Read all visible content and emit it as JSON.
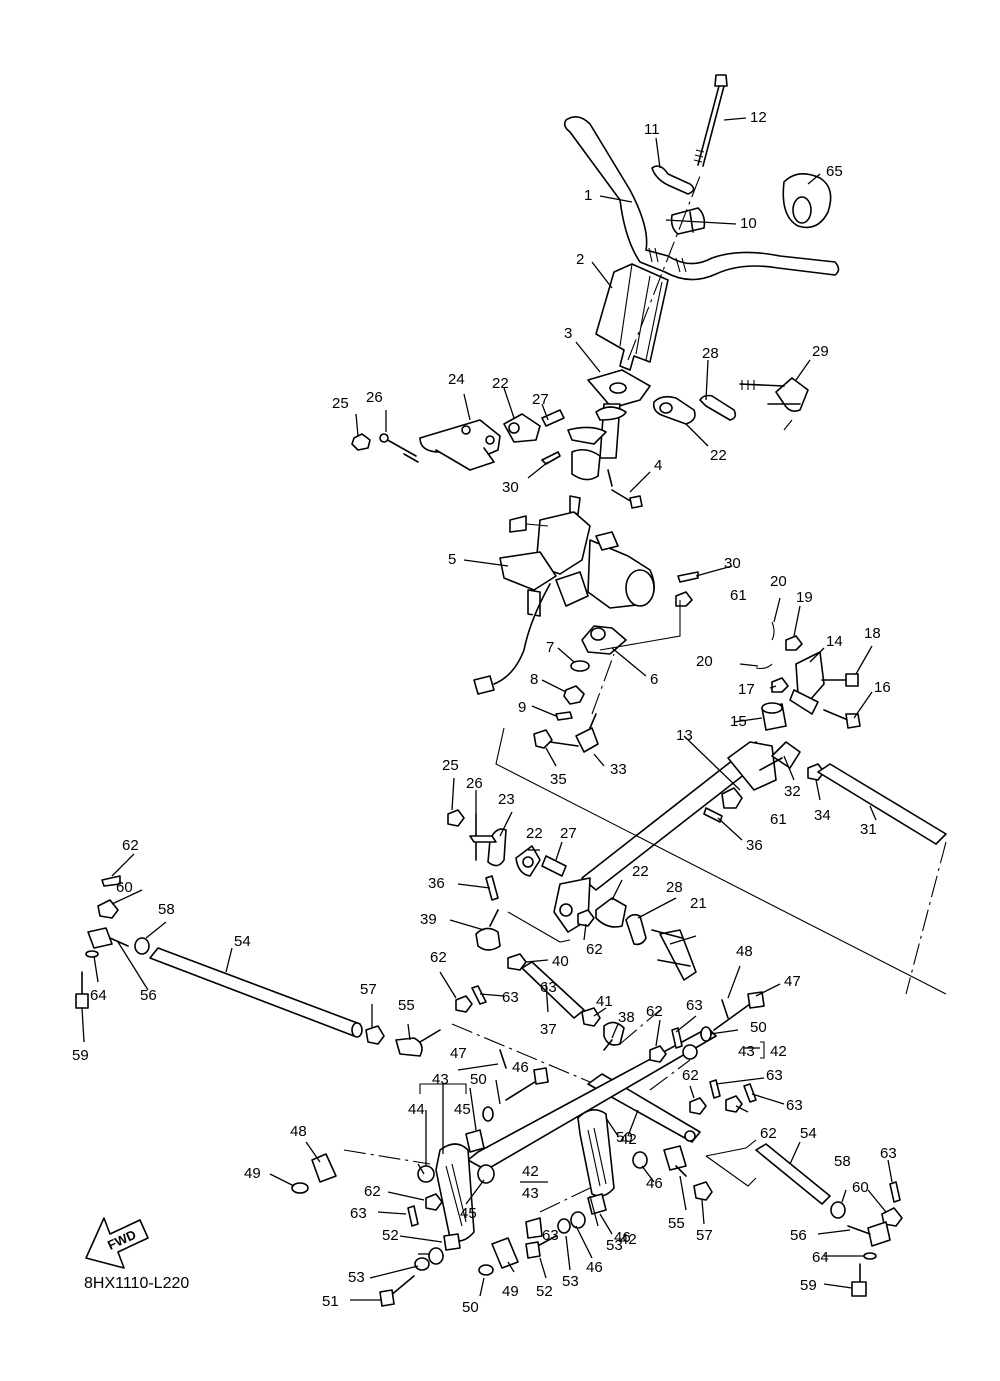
{
  "diagram_code": "8HX1110-L220",
  "fwd_label": "FWD",
  "callouts": [
    "1",
    "2",
    "3",
    "4",
    "5",
    "6",
    "7",
    "8",
    "9",
    "10",
    "11",
    "12",
    "13",
    "14",
    "15",
    "16",
    "17",
    "18",
    "19",
    "20",
    "20",
    "21",
    "22",
    "22",
    "22",
    "22",
    "23",
    "24",
    "25",
    "25",
    "26",
    "26",
    "27",
    "27",
    "28",
    "28",
    "29",
    "30",
    "30",
    "31",
    "32",
    "33",
    "34",
    "35",
    "36",
    "36",
    "37",
    "38",
    "39",
    "40",
    "41",
    "42",
    "42",
    "42",
    "42",
    "43",
    "43",
    "43",
    "44",
    "45",
    "45",
    "46",
    "46",
    "46",
    "46",
    "47",
    "47",
    "48",
    "48",
    "49",
    "49",
    "50",
    "50",
    "50",
    "50",
    "51",
    "52",
    "52",
    "53",
    "53",
    "53",
    "54",
    "54",
    "55",
    "55",
    "56",
    "56",
    "57",
    "57",
    "58",
    "58",
    "59",
    "59",
    "60",
    "60",
    "61",
    "61",
    "62",
    "62",
    "62",
    "62",
    "62",
    "62",
    "62",
    "63",
    "63",
    "63",
    "63",
    "63",
    "63",
    "63",
    "63",
    "64",
    "64",
    "65"
  ]
}
